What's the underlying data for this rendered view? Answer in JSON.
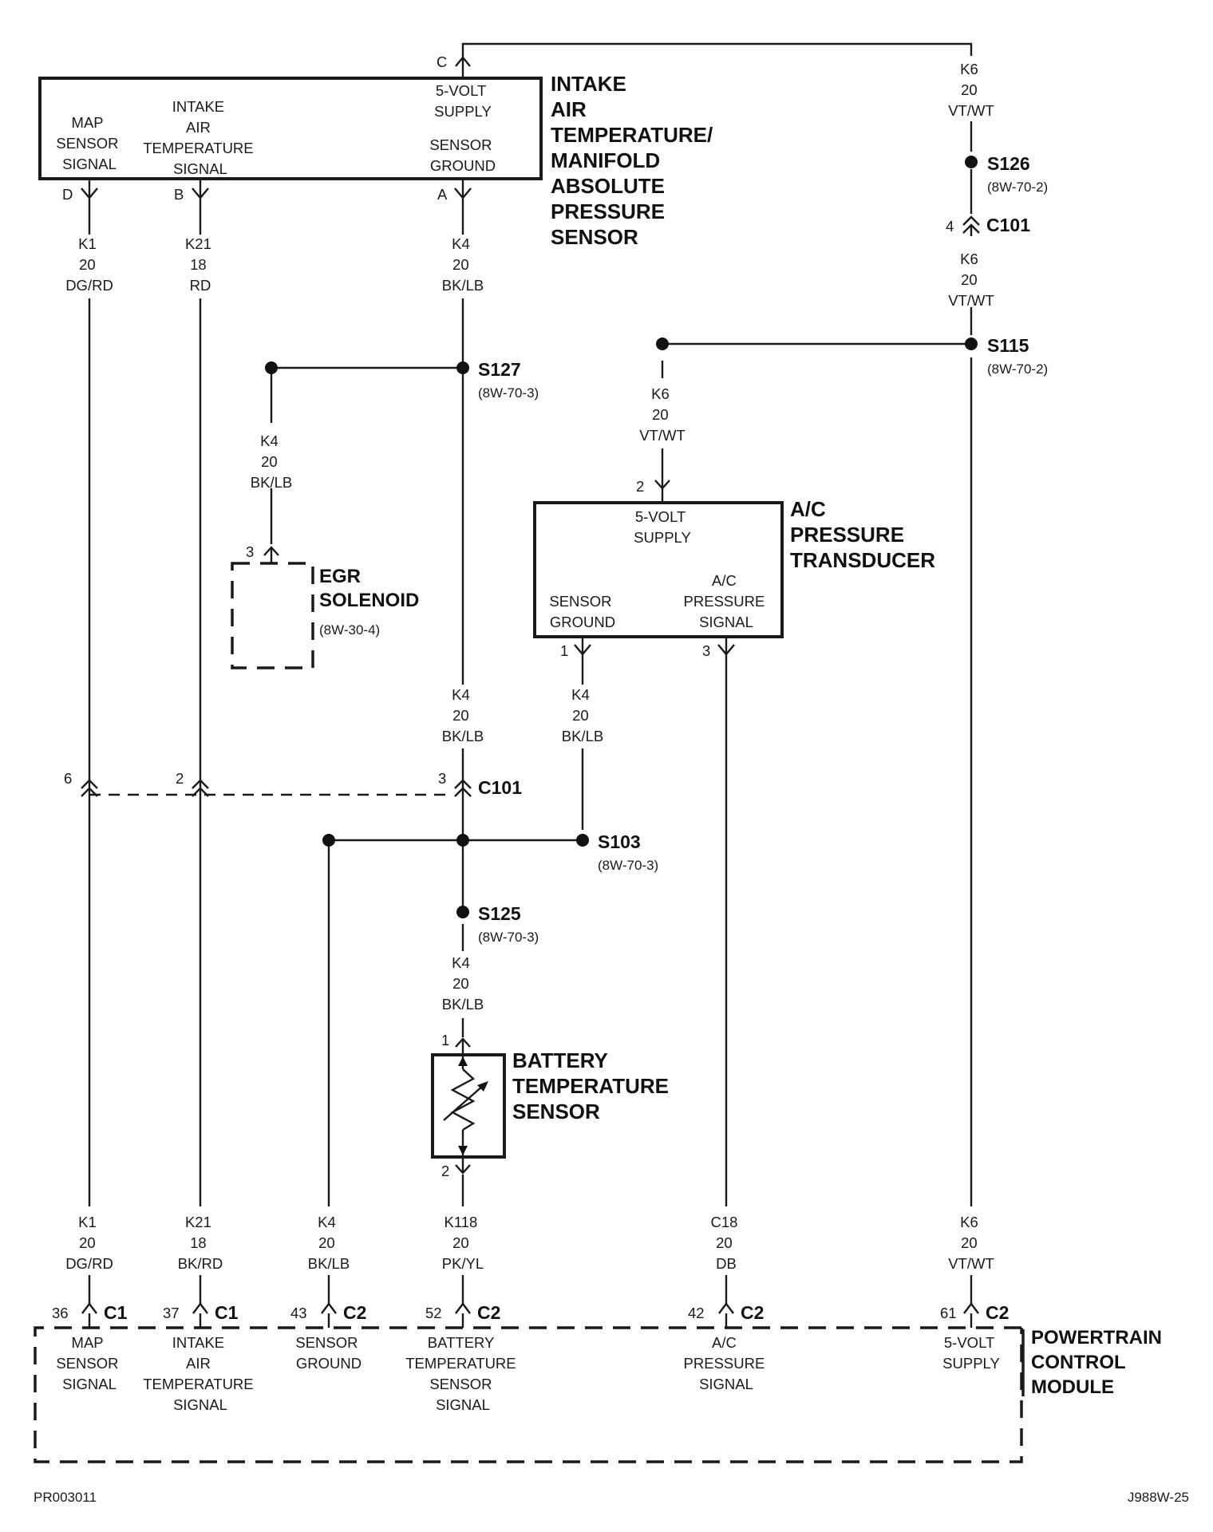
{
  "components": {
    "iat_map_sensor": {
      "title": [
        "INTAKE",
        "AIR",
        "TEMPERATURE/",
        "MANIFOLD",
        "ABSOLUTE",
        "PRESSURE",
        "SENSOR"
      ],
      "pins": {
        "map": [
          "MAP",
          "SENSOR",
          "SIGNAL"
        ],
        "iat": [
          "INTAKE",
          "AIR",
          "TEMPERATURE",
          "SIGNAL"
        ],
        "supply": [
          "5-VOLT",
          "SUPPLY"
        ],
        "ground": [
          "SENSOR",
          "GROUND"
        ]
      },
      "pin_letters": {
        "c": "C",
        "d": "D",
        "b": "B",
        "a": "A"
      }
    },
    "ac_transducer": {
      "title": [
        "A/C",
        "PRESSURE",
        "TRANSDUCER"
      ],
      "pins": {
        "supply": [
          "5-VOLT",
          "SUPPLY"
        ],
        "ground": [
          "SENSOR",
          "GROUND"
        ],
        "signal": [
          "A/C",
          "PRESSURE",
          "SIGNAL"
        ]
      },
      "pin_numbers": {
        "supply": "2",
        "ground": "1",
        "signal": "3"
      }
    },
    "egr_solenoid": {
      "title": [
        "EGR",
        "SOLENOID"
      ],
      "ref": "(8W-30-4)",
      "pin": "3"
    },
    "battery_temp_sensor": {
      "title": [
        "BATTERY",
        "TEMPERATURE",
        "SENSOR"
      ],
      "pin_top": "1",
      "pin_bottom": "2"
    },
    "pcm": {
      "title": [
        "POWERTRAIN",
        "CONTROL",
        "MODULE"
      ],
      "pins": [
        {
          "num": "36",
          "conn": "C1",
          "label": [
            "MAP",
            "SENSOR",
            "SIGNAL"
          ]
        },
        {
          "num": "37",
          "conn": "C1",
          "label": [
            "INTAKE",
            "AIR",
            "TEMPERATURE",
            "SIGNAL"
          ]
        },
        {
          "num": "43",
          "conn": "C2",
          "label": [
            "SENSOR",
            "GROUND"
          ]
        },
        {
          "num": "52",
          "conn": "C2",
          "label": [
            "BATTERY",
            "TEMPERATURE",
            "SENSOR",
            "SIGNAL"
          ]
        },
        {
          "num": "42",
          "conn": "C2",
          "label": [
            "A/C",
            "PRESSURE",
            "SIGNAL"
          ]
        },
        {
          "num": "61",
          "conn": "C2",
          "label": [
            "5-VOLT",
            "SUPPLY"
          ]
        }
      ]
    }
  },
  "wires": {
    "k6_top": [
      "K6",
      "20",
      "VT/WT"
    ],
    "k6_mid": [
      "K6",
      "20",
      "VT/WT"
    ],
    "k6_ac": [
      "K6",
      "20",
      "VT/WT"
    ],
    "k6_pcm": [
      "K6",
      "20",
      "VT/WT"
    ],
    "k1_top": [
      "K1",
      "20",
      "DG/RD"
    ],
    "k21_top": [
      "K21",
      "18",
      "RD"
    ],
    "k4_top": [
      "K4",
      "20",
      "BK/LB"
    ],
    "k4_egr": [
      "K4",
      "20",
      "BK/LB"
    ],
    "k4_mid": [
      "K4",
      "20",
      "BK/LB"
    ],
    "k4_ac": [
      "K4",
      "20",
      "BK/LB"
    ],
    "k4_bts": [
      "K4",
      "20",
      "BK/LB"
    ],
    "k1_pcm": [
      "K1",
      "20",
      "DG/RD"
    ],
    "k21_pcm": [
      "K21",
      "18",
      "BK/RD"
    ],
    "k4_pcm": [
      "K4",
      "20",
      "BK/LB"
    ],
    "k118_pcm": [
      "K118",
      "20",
      "PK/YL"
    ],
    "c18_pcm": [
      "C18",
      "20",
      "DB"
    ]
  },
  "splices": {
    "s126": {
      "name": "S126",
      "ref": "(8W-70-2)"
    },
    "s115": {
      "name": "S115",
      "ref": "(8W-70-2)"
    },
    "s127": {
      "name": "S127",
      "ref": "(8W-70-3)"
    },
    "s103": {
      "name": "S103",
      "ref": "(8W-70-3)"
    },
    "s125": {
      "name": "S125",
      "ref": "(8W-70-3)"
    }
  },
  "connectors": {
    "c101_top": {
      "name": "C101",
      "pin": "4"
    },
    "c101_mid": {
      "name": "C101",
      "pins": [
        "6",
        "2",
        "3"
      ]
    }
  },
  "footer": {
    "left": "PR003011",
    "right": "J988W-25"
  }
}
